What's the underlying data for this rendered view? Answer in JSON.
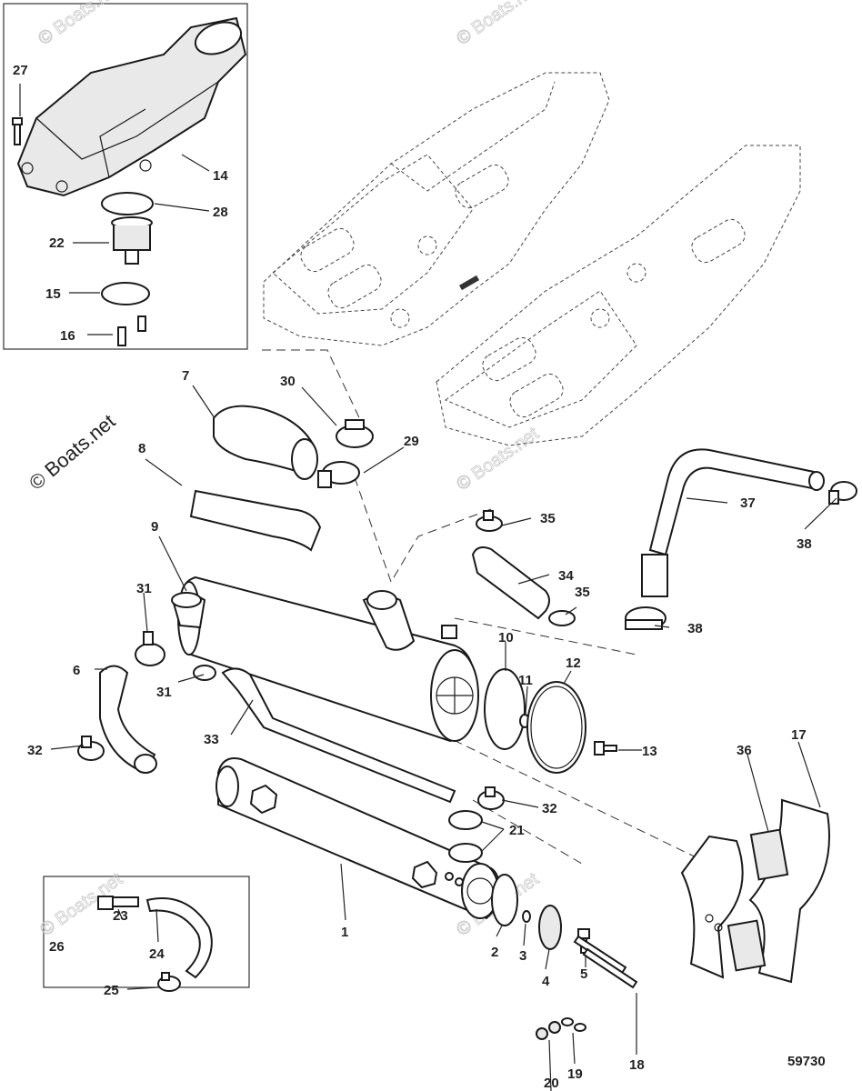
{
  "diagram": {
    "watermark": "© Boats.net",
    "figure_number": "59730",
    "callouts": [
      "1",
      "2",
      "3",
      "4",
      "5",
      "6",
      "7",
      "8",
      "9",
      "10",
      "11",
      "12",
      "13",
      "14",
      "15",
      "16",
      "17",
      "18",
      "19",
      "20",
      "21",
      "22",
      "23",
      "24",
      "25",
      "26",
      "27",
      "28",
      "29",
      "30",
      "31",
      "32",
      "33",
      "34",
      "35",
      "36",
      "37",
      "38"
    ]
  },
  "colors": {
    "line": "#1a1a1a",
    "fill": "#ffffff",
    "shade": "#e9e9e9",
    "watermark": "#c8c8c8"
  }
}
